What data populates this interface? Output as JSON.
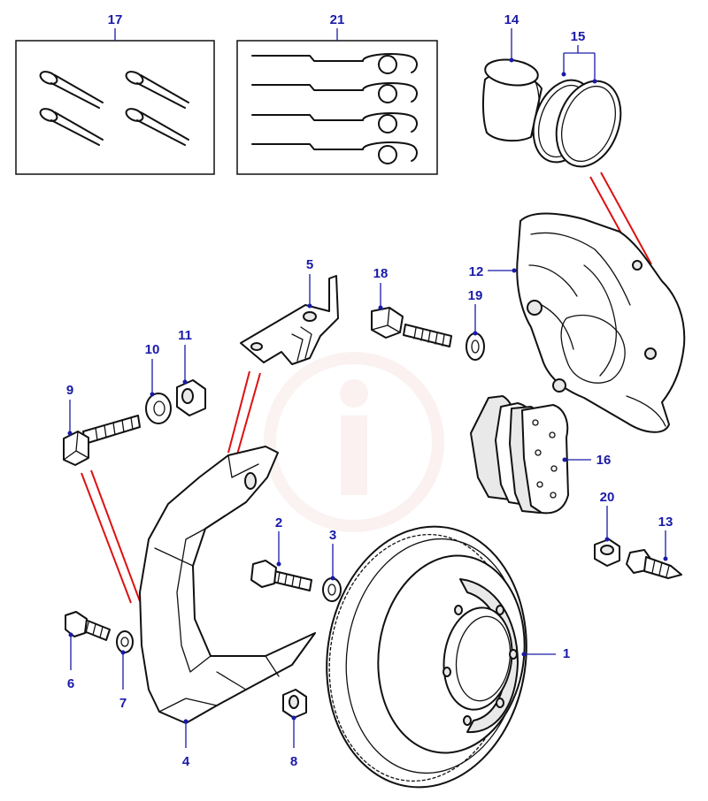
{
  "diagram": {
    "callouts": {
      "c1": "1",
      "c2": "2",
      "c3": "3",
      "c4": "4",
      "c5": "5",
      "c6": "6",
      "c7": "7",
      "c8": "8",
      "c9": "9",
      "c10": "10",
      "c11": "11",
      "c12": "12",
      "c13": "13",
      "c14": "14",
      "c15": "15",
      "c16": "16",
      "c17": "17",
      "c18": "18",
      "c19": "19",
      "c20": "20",
      "c21": "21"
    },
    "colors": {
      "callout": "#1a1aa8",
      "line_art": "#111111",
      "alignment_lines": "#dd1111"
    }
  }
}
